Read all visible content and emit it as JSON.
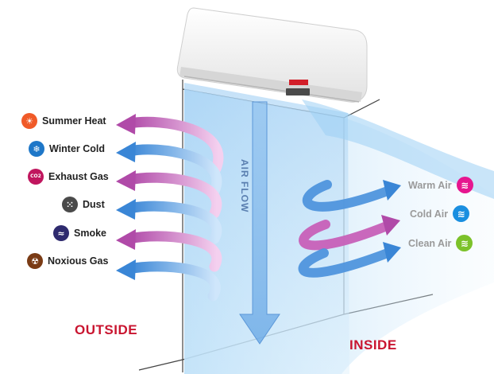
{
  "outside_items": [
    {
      "label": "Summer Heat",
      "icon": "sun-icon",
      "color": "#f05a28"
    },
    {
      "label": "Winter Cold",
      "icon": "snowflake-icon",
      "color": "#1e77c8"
    },
    {
      "label": "Exhaust Gas",
      "icon": "co2-icon",
      "color": "#c0165e"
    },
    {
      "label": "Dust",
      "icon": "dust-icon",
      "color": "#4a4a4a"
    },
    {
      "label": "Smoke",
      "icon": "smoke-icon",
      "color": "#2e2a6e"
    },
    {
      "label": "Noxious Gas",
      "icon": "radiation-icon",
      "color": "#7a3b15"
    }
  ],
  "inside_items": [
    {
      "label": "Warm Air",
      "icon": "warm-waves-icon",
      "color": "#e6168f"
    },
    {
      "label": "Cold Air",
      "icon": "cold-waves-icon",
      "color": "#1a8fe0"
    },
    {
      "label": "Clean Air",
      "icon": "clean-waves-icon",
      "color": "#7cc22a"
    }
  ],
  "air_flow_label": "AIR FLOW",
  "outside_label": "OUTSIDE",
  "inside_label": "INSIDE",
  "colors": {
    "accent_red": "#c91530",
    "arrow_pink": "#c760b8",
    "arrow_blue": "#4f95dd",
    "air_blue": "#bfe0f7"
  }
}
